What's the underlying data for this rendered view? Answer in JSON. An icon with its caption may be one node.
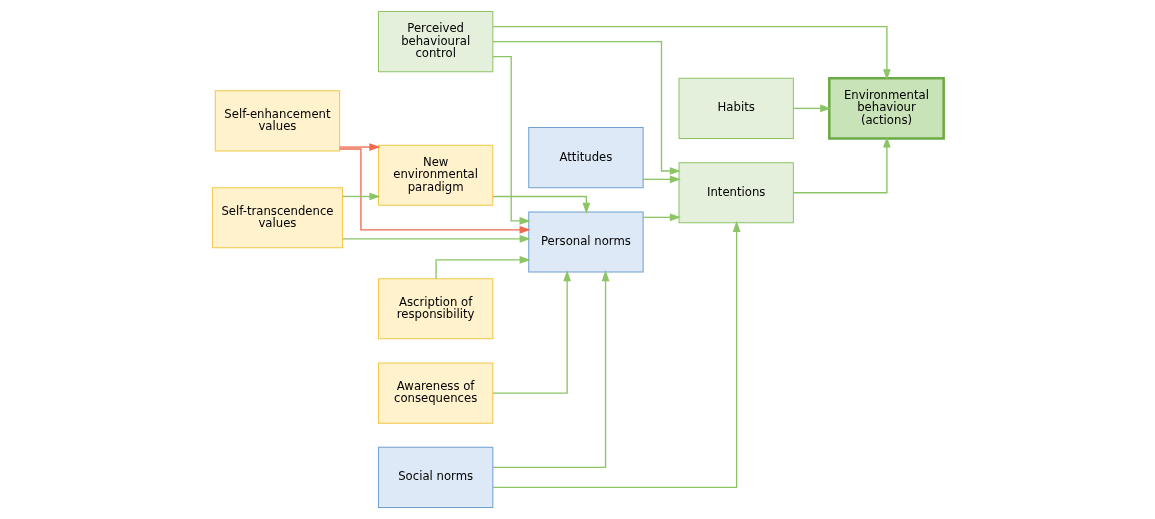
{
  "diagram": {
    "nodes": [
      {
        "text": [
          "Self-enhancement values"
        ]
      },
      {
        "text": [
          "Self-transcendence values"
        ]
      },
      {
        "text": [
          "New environmental paradigm"
        ]
      },
      {
        "text": [
          "Ascription of responsibility"
        ]
      },
      {
        "text": [
          "Awareness of consequences"
        ]
      },
      {
        "text": [
          "Personal norms"
        ]
      },
      {
        "text": [
          "Social norms"
        ]
      },
      {
        "text": [
          "Attitudes"
        ]
      },
      {
        "text": [
          "Intentions"
        ]
      },
      {
        "text": [
          "Habits"
        ]
      },
      {
        "text": [
          "Environmental behaviour (actions)"
        ]
      },
      {
        "text": [
          "Perceived behavioural control"
        ]
      }
    ],
    "edges": [
      {
        "from": 0,
        "to": 2,
        "arrow": "to",
        "color": "#f06a50"
      },
      {
        "from": 0,
        "to": 5,
        "arrow": "to",
        "color": "#f06a50"
      },
      {
        "from": 1,
        "to": 2,
        "arrow": "to"
      },
      {
        "from": 1,
        "to": 5,
        "arrow": "to"
      },
      {
        "from": 2,
        "to": 5,
        "arrow": "to"
      },
      {
        "from": 3,
        "to": 5,
        "arrow": "to"
      },
      {
        "from": 4,
        "to": 5,
        "arrow": "to"
      },
      {
        "from": 6,
        "to": 5,
        "arrow": "to"
      },
      {
        "from": 6,
        "to": 8,
        "arrow": "to"
      },
      {
        "from": 5,
        "to": 8,
        "arrow": "to"
      },
      {
        "from": 7,
        "to": 8,
        "arrow": "to"
      },
      {
        "from": 11,
        "to": 8,
        "arrow": "to"
      },
      {
        "from": 11,
        "to": 5,
        "arrow": "to"
      },
      {
        "from": 11,
        "to": 10,
        "arrow": "to"
      },
      {
        "from": 9,
        "to": 10,
        "arrow": "to"
      },
      {
        "from": 8,
        "to": 10,
        "arrow": "to"
      }
    ]
  }
}
